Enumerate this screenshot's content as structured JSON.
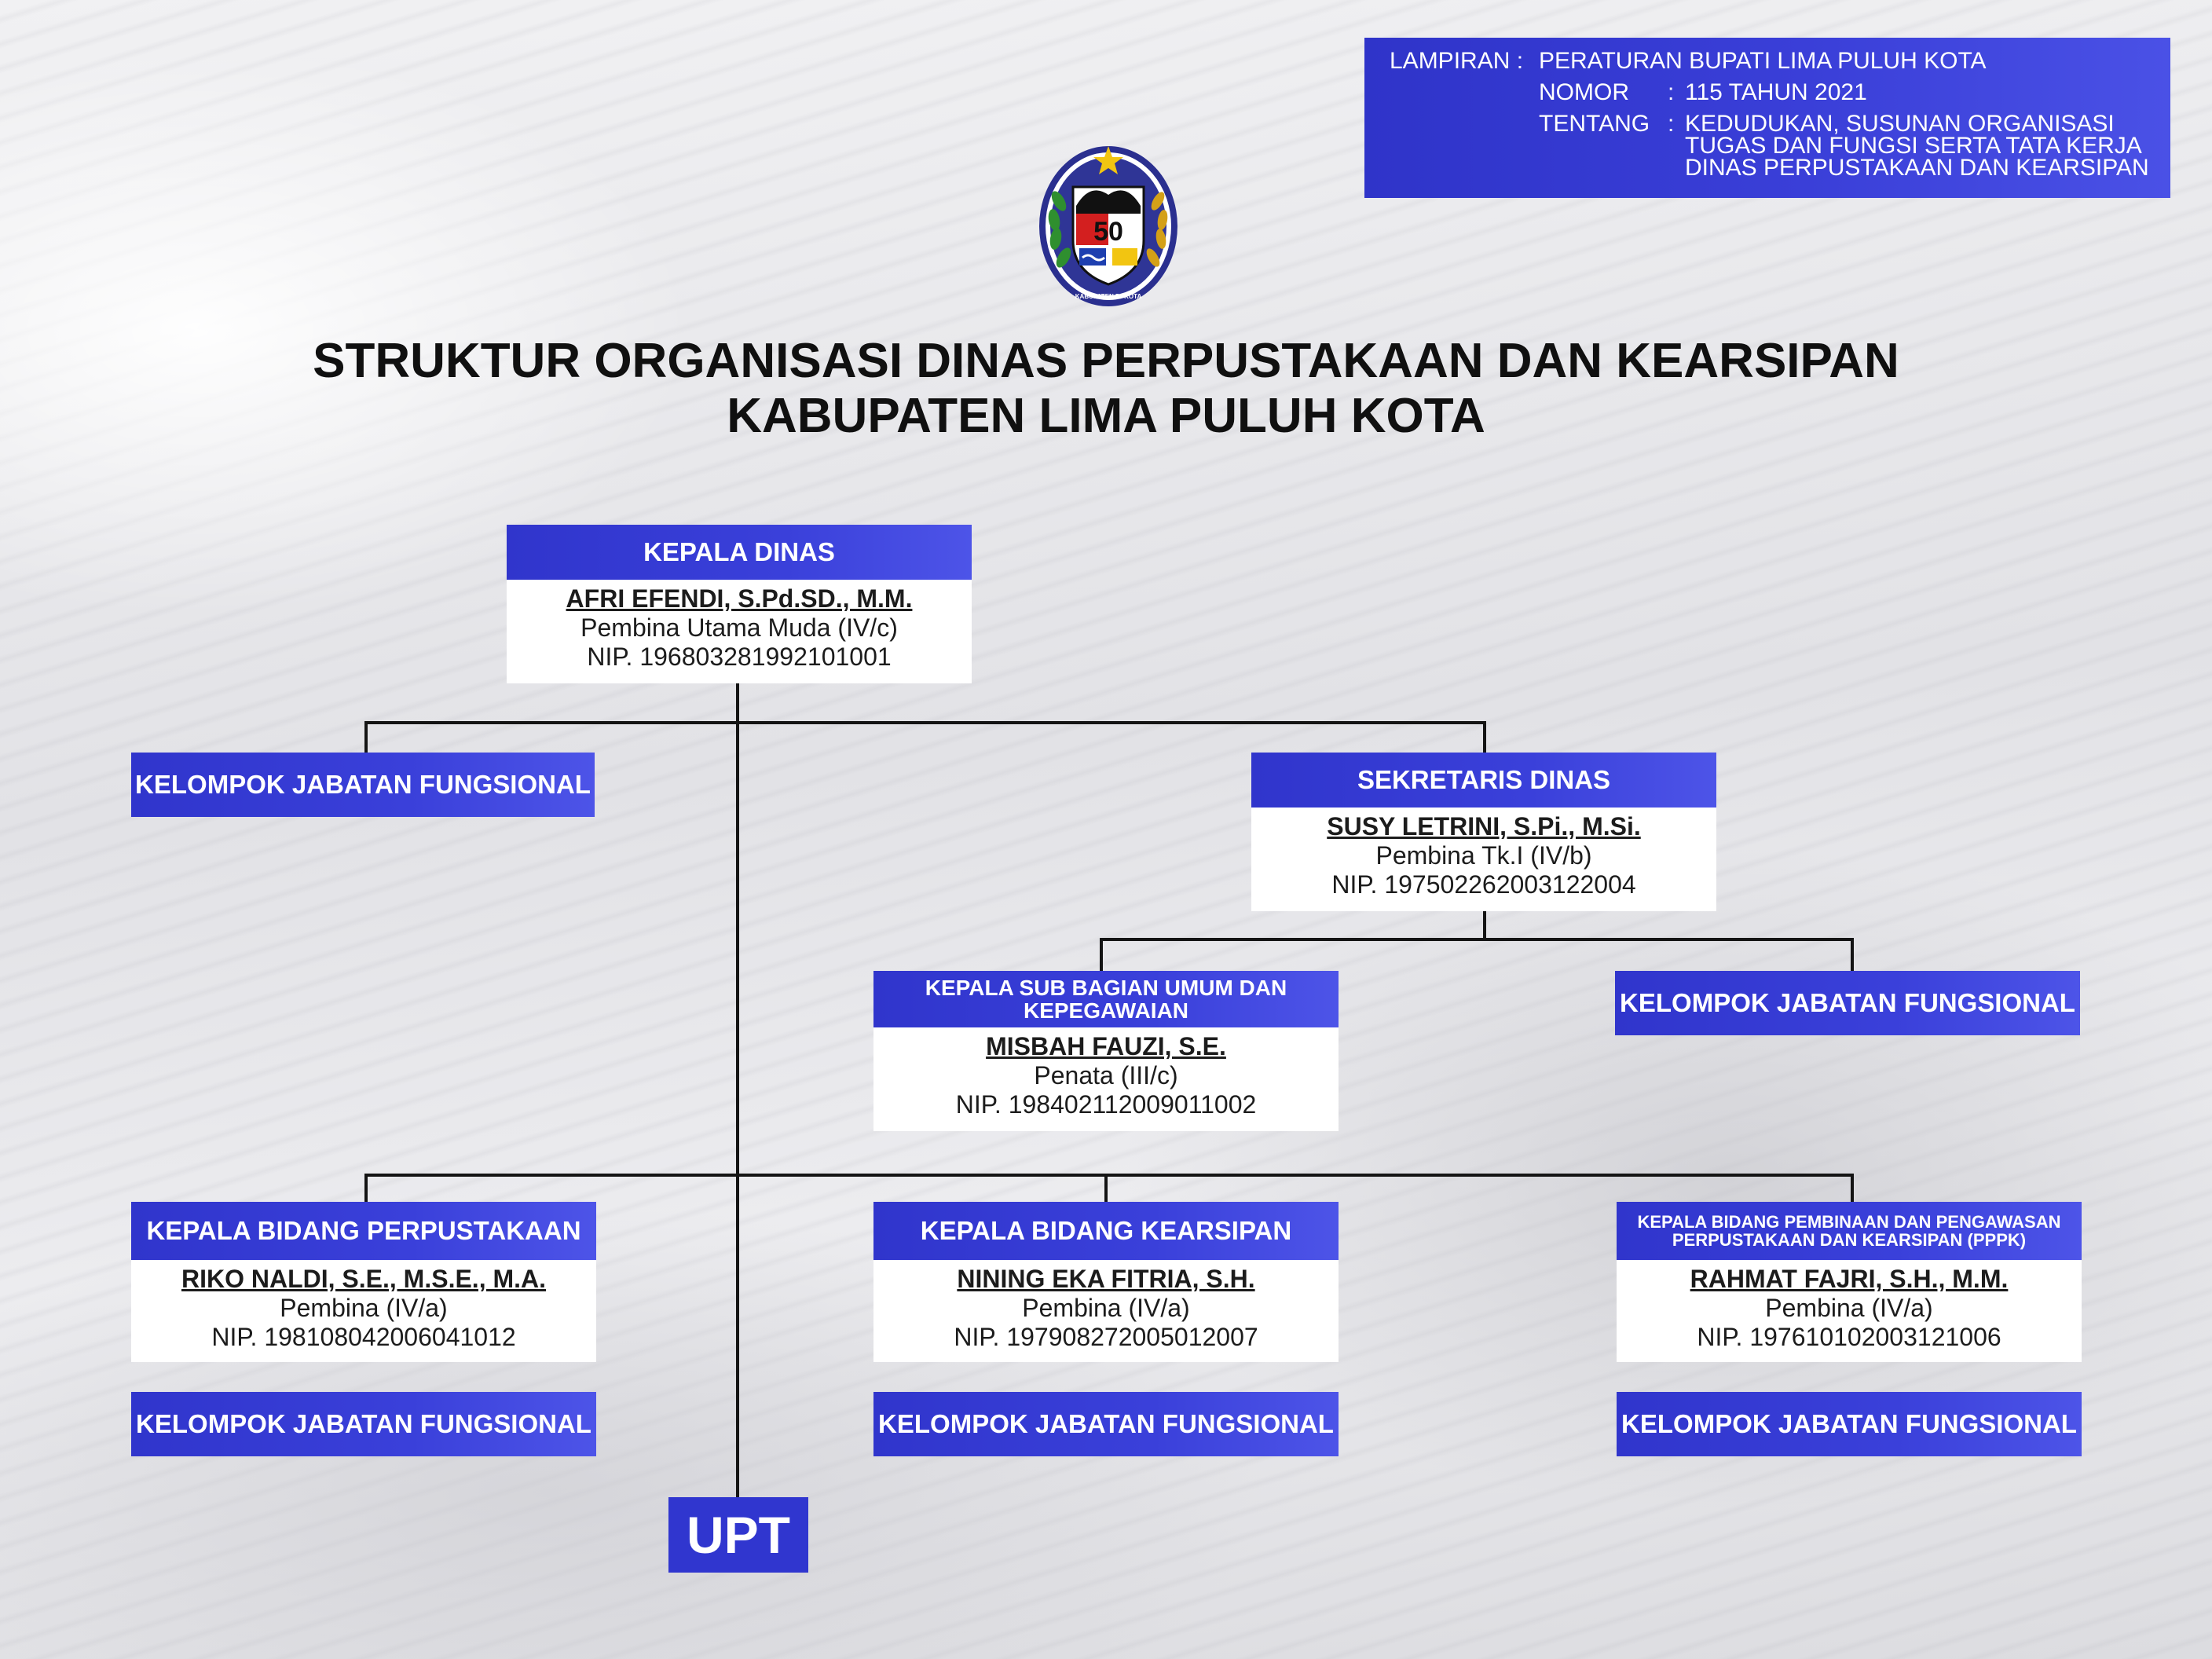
{
  "lampiran": {
    "label_lampiran": "LAMPIRAN :",
    "lampiran_value": "PERATURAN BUPATI LIMA PULUH KOTA",
    "label_nomor": "NOMOR",
    "sep_nomor": ":",
    "nomor_value": "115 TAHUN 2021",
    "label_tentang": "TENTANG",
    "sep_tentang": ":",
    "tentang_lines": [
      "KEDUDUKAN, SUSUNAN ORGANISASI",
      "TUGAS DAN FUNGSI SERTA TATA KERJA",
      "DINAS PERPUSTAKAAN DAN KEARSIPAN"
    ]
  },
  "logo": {
    "icon": "kabupaten-lima-puluh-kota-emblem",
    "number": "50",
    "ring_text": "KABUPATEN 50 KOTA"
  },
  "title": {
    "line1": "STRUKTUR ORGANISASI DINAS PERPUSTAKAAN DAN KEARSIPAN",
    "line2": "KABUPATEN LIMA PULUH KOTA"
  },
  "kepala_dinas": {
    "position": "KEPALA DINAS",
    "name": "AFRI EFENDI, S.Pd.SD., M.M.",
    "rank": "Pembina Utama Muda (IV/c)",
    "nip": "NIP. 196803281992101001"
  },
  "sekretaris": {
    "position": "SEKRETARIS DINAS",
    "name": "SUSY LETRINI, S.Pi., M.Si.",
    "rank": "Pembina Tk.I (IV/b)",
    "nip": "NIP. 197502262003122004"
  },
  "kasubag": {
    "position_lines": [
      "KEPALA SUB BAGIAN UMUM DAN",
      "KEPEGAWAIAN"
    ],
    "name": "MISBAH FAUZI, S.E.",
    "rank": "Penata (III/c)",
    "nip": "NIP. 198402112009011002"
  },
  "kabid_perpustakaan": {
    "position": "KEPALA BIDANG PERPUSTAKAAN",
    "name": "RIKO NALDI, S.E., M.S.E., M.A.",
    "rank": "Pembina (IV/a)",
    "nip": "NIP. 198108042006041012"
  },
  "kabid_kearsipan": {
    "position": "KEPALA BIDANG KEARSIPAN",
    "name": "NINING EKA FITRIA, S.H.",
    "rank": "Pembina (IV/a)",
    "nip": "NIP. 197908272005012007"
  },
  "kabid_pppk": {
    "position_lines": [
      "KEPALA BIDANG PEMBINAAN DAN PENGAWASAN",
      "PERPUSTAKAAN DAN KEARSIPAN (PPPK)"
    ],
    "name": "RAHMAT FAJRI, S.H., M.M.",
    "rank": "Pembina (IV/a)",
    "nip": "NIP. 197610102003121006"
  },
  "fungsional_label": "KELOMPOK JABATAN FUNGSIONAL",
  "upt_label": "UPT"
}
